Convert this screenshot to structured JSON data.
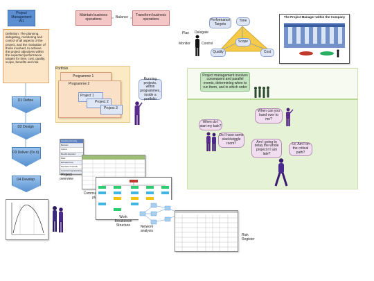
{
  "pm_title": "Project Management W1",
  "definition": "Definition: The planning, delegating, monitoring and control of all aspects of the project, and the motivation of those involved, to achieve the project objectives within the expected performance targets for time, cost, quality, scope, benefits and risk.",
  "flow": [
    "D1 Define",
    "D2 Design",
    "D3 Deliver (Do it)",
    "D4 Develop"
  ],
  "balance": {
    "left": "Maintain business operations",
    "mid": "Balance",
    "right": "Transform business operations"
  },
  "triangle": {
    "plan": "Plan",
    "delegate": "Delegate",
    "monitor": "Monitor",
    "control": "Control",
    "targets": "Performance Targets",
    "time": "Time",
    "scope": "Scope",
    "quality": "Quality",
    "cost": "Cost"
  },
  "company": {
    "title": "The Project Manager within the Company"
  },
  "portfolio": {
    "label": "Portfolio",
    "programme1": "Programme 1",
    "programme2": "Programme 2",
    "project1": "Project 1",
    "project2": "Project 2",
    "project3": "Project 3",
    "note": "Running projects, within programmes, inside a portfolio"
  },
  "green_panel": {
    "intro": "Project management involves consequent and parallel events, determining when to run them, and in which order",
    "q1": "When do I start my task?",
    "q2": "Do I have some slack/wiggle room?",
    "q3": "When can you hand over to me?",
    "q4": "Am I going to delay the whole project if I am late?",
    "q5": "I.e. Am I on the critical path?"
  },
  "labels": {
    "overview": "Project overview",
    "comms": "Communication plan",
    "wbs": "Work Breakdown Structure",
    "network": "Network analysis",
    "risk": "Risk Register"
  },
  "overview_rows": [
    "Operating Summary",
    "Business",
    "Options",
    "Benefits Expected",
    "Risks",
    "Estimated Cost",
    "Estimated Timescale",
    "Investment Appraisal (if available)"
  ],
  "colors": {
    "accent": "#5b8fd1",
    "green": "#e6f2d6",
    "gold": "#f2c84b",
    "purple": "#5a2a8c"
  }
}
